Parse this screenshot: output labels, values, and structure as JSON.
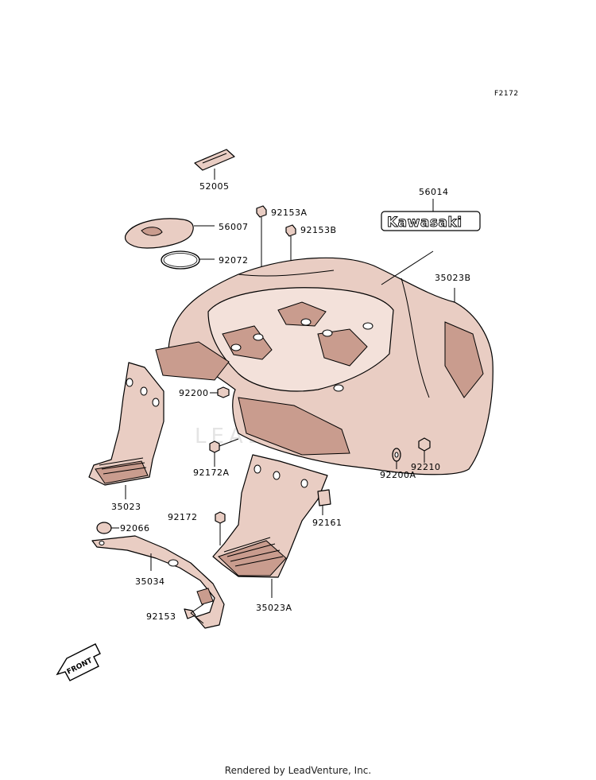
{
  "diagram": {
    "id": "F2172",
    "watermark": "LEADVENTURE",
    "logo_text": "Kawasaki",
    "front_arrow_text": "FRONT",
    "footer": "Rendered by LeadVenture, Inc."
  },
  "callouts": [
    {
      "key": "c52005",
      "label": "52005"
    },
    {
      "key": "c56014",
      "label": "56014"
    },
    {
      "key": "c92153A",
      "label": "92153A"
    },
    {
      "key": "c56007",
      "label": "56007"
    },
    {
      "key": "c92153B",
      "label": "92153B"
    },
    {
      "key": "c92072",
      "label": "92072"
    },
    {
      "key": "c35023B",
      "label": "35023B"
    },
    {
      "key": "c92200",
      "label": "92200"
    },
    {
      "key": "c92172A",
      "label": "92172A"
    },
    {
      "key": "c92210",
      "label": "92210"
    },
    {
      "key": "c92200A",
      "label": "92200A"
    },
    {
      "key": "c35023",
      "label": "35023"
    },
    {
      "key": "c92172",
      "label": "92172"
    },
    {
      "key": "c92161",
      "label": "92161"
    },
    {
      "key": "c92066",
      "label": "92066"
    },
    {
      "key": "c35034",
      "label": "35034"
    },
    {
      "key": "c35023A",
      "label": "35023A"
    },
    {
      "key": "c92153",
      "label": "92153"
    }
  ],
  "colors": {
    "part_fill": "#e9cdc3",
    "part_shade": "#c99c8e",
    "outline": "#000000"
  }
}
